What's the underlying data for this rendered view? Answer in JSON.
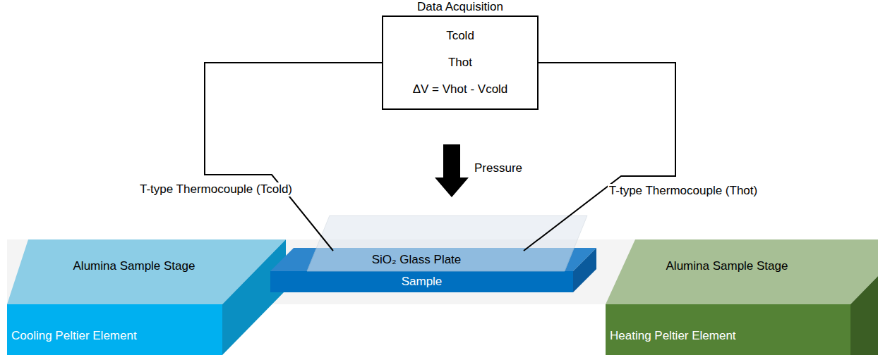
{
  "diagram": {
    "nodes": [
      {
        "text": [
          "Data Acquisition",
          "Tcold",
          "Thot",
          "ΔV = Vhot - Vcold"
        ]
      },
      {
        "text": [
          "Alumina Sample Stage"
        ]
      },
      {
        "text": [
          "Cooling Peltier Element"
        ]
      },
      {
        "text": [
          "SiO₂ Glass Plate"
        ]
      },
      {
        "text": [
          "Sample"
        ]
      },
      {
        "text": [
          "Alumina Sample Stage"
        ]
      },
      {
        "text": [
          "Heating Peltier Element"
        ]
      }
    ],
    "edges": [
      {
        "from": 0,
        "to": 3,
        "arrow": "none",
        "label": "T-type Thermocouple (Tcold)"
      },
      {
        "from": 0,
        "to": 3,
        "arrow": "none",
        "label": "T-type Thermocouple (Thot)"
      }
    ],
    "labels": [
      "Pressure"
    ]
  }
}
